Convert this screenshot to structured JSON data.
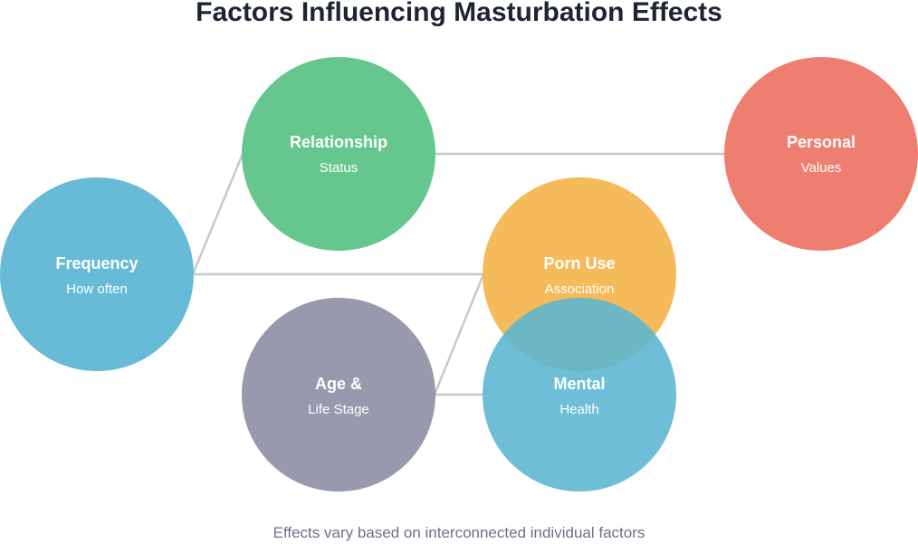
{
  "title": "Factors Influencing Masturbation Effects",
  "footnote": "Effects vary based on interconnected individual factors",
  "nodes": [
    {
      "id": "frequency",
      "label": "Frequency",
      "sublabel": "How often",
      "color": "#5ab5d3"
    },
    {
      "id": "relationship",
      "label": "Relationship",
      "sublabel": "Status",
      "color": "#55c182"
    },
    {
      "id": "personal",
      "label": "Personal",
      "sublabel": "Values",
      "color": "#ec7161"
    },
    {
      "id": "porn",
      "label": "Porn Use",
      "sublabel": "Association",
      "color": "#f4b143"
    },
    {
      "id": "age",
      "label": "Age &",
      "sublabel": "Life Stage",
      "color": "#8a8ba0"
    },
    {
      "id": "mental",
      "label": "Mental",
      "sublabel": "Health",
      "color": "#5ab5d3"
    }
  ],
  "connections": [
    [
      "frequency",
      "relationship"
    ],
    [
      "frequency",
      "porn"
    ],
    [
      "relationship",
      "personal"
    ],
    [
      "age",
      "porn"
    ],
    [
      "age",
      "mental"
    ]
  ],
  "line_color": "#c8c8cc"
}
